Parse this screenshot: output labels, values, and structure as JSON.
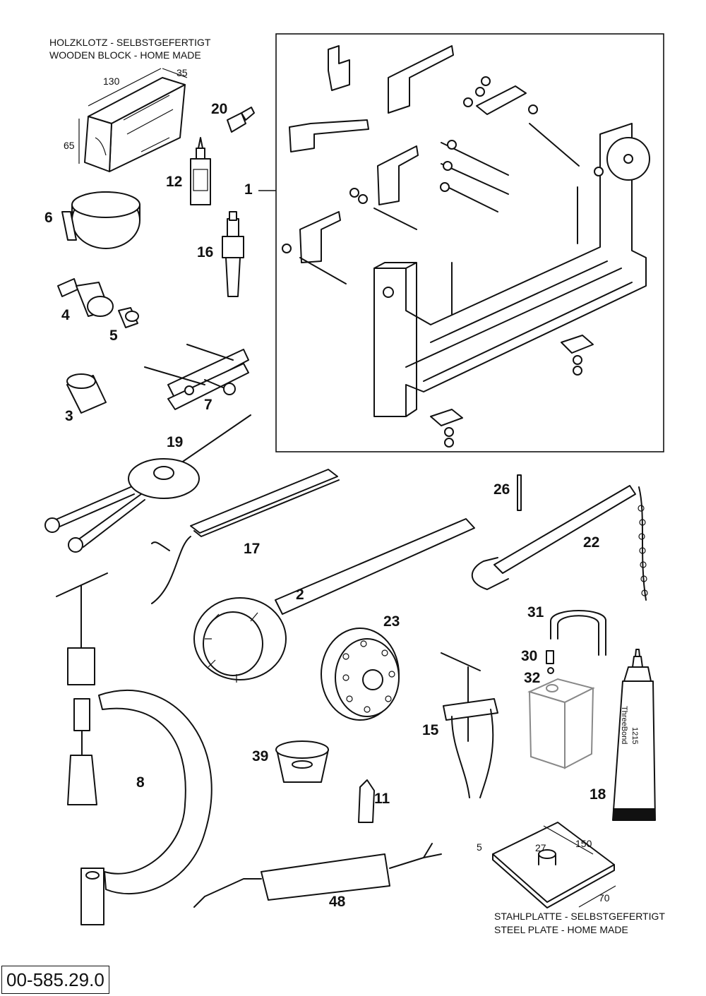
{
  "notes": {
    "wooden_block_de": "HOLZKLOTZ - SELBSTGEFERTIGT",
    "wooden_block_en": "WOODEN BLOCK - HOME MADE",
    "steel_plate_de": "STAHLPLATTE - SELBSTGEFERTIGT",
    "steel_plate_en": "STEEL PLATE - HOME MADE"
  },
  "dimensions": {
    "block_length": "130",
    "block_depth": "35",
    "block_height": "65",
    "plate_thickness": "5",
    "plate_hole": "27",
    "plate_length": "150",
    "plate_width": "70"
  },
  "callouts": [
    "1",
    "2",
    "3",
    "4",
    "5",
    "6",
    "7",
    "8",
    "11",
    "12",
    "15",
    "16",
    "17",
    "18",
    "19",
    "20",
    "22",
    "23",
    "26",
    "30",
    "31",
    "32",
    "39",
    "48"
  ],
  "labels": {
    "tube_brand": "ThreeBond",
    "tube_code": "1215"
  },
  "document_number": "00-585.29.0"
}
